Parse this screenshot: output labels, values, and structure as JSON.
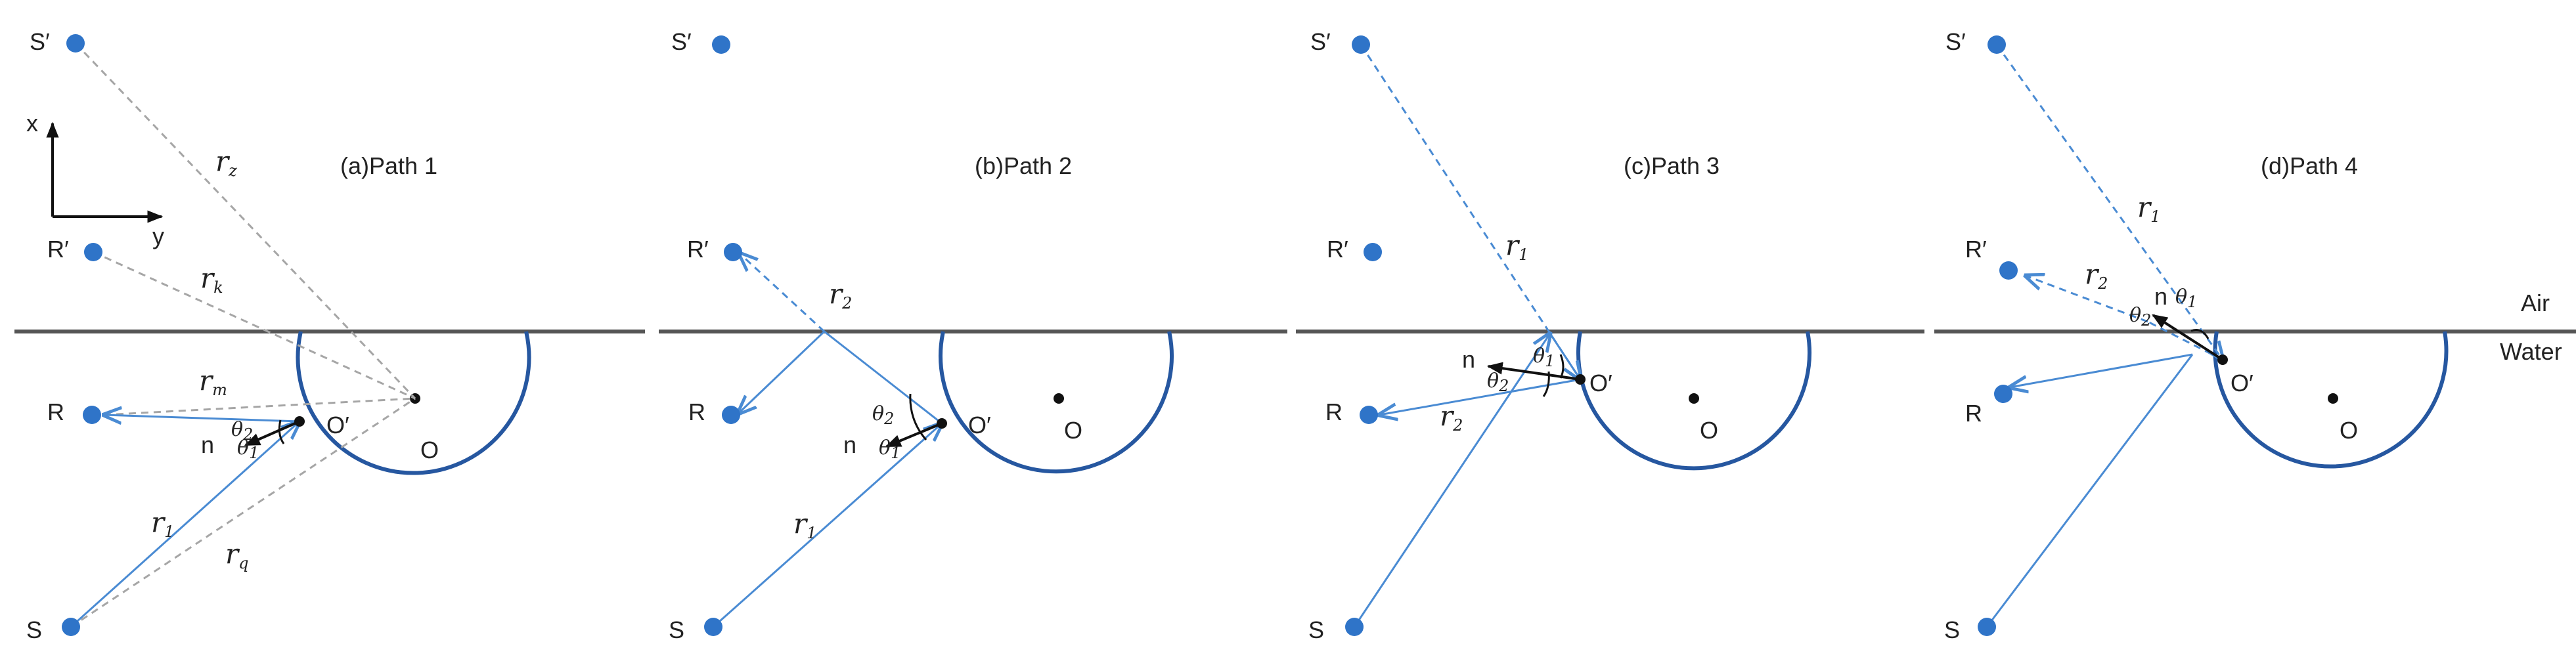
{
  "colors": {
    "point": "#2f74c8",
    "ray": "#4a8bd3",
    "dashed_ray": "#4a8bd3",
    "image_ray": "#a6a6a6",
    "circle": "#2657a0",
    "surface": "#555555",
    "normal": "#111111"
  },
  "axes": {
    "x_label": "x",
    "y_label": "y"
  },
  "media": {
    "upper": "Air",
    "lower": "Water"
  },
  "panels": [
    {
      "title": "(a)Path 1",
      "points": {
        "source": "S",
        "source_image": "S′",
        "receiver": "R",
        "receiver_image": "R′",
        "reflection_point": "O′",
        "center": "O"
      },
      "normal": "n",
      "angles": {
        "a": "θ",
        "a_sub": "2",
        "b": "θ",
        "b_sub": "1"
      },
      "rays": {
        "r1": "r",
        "r1_sub": "1",
        "rz": "r",
        "rz_sub": "z",
        "rk": "r",
        "rk_sub": "k",
        "rm": "r",
        "rm_sub": "m",
        "rq": "r",
        "rq_sub": "q"
      }
    },
    {
      "title": "(b)Path 2",
      "points": {
        "source": "S",
        "source_image": "S′",
        "receiver": "R",
        "receiver_image": "R′",
        "reflection_point": "O′",
        "center": "O"
      },
      "normal": "n",
      "angles": {
        "a": "θ",
        "a_sub": "2",
        "b": "θ",
        "b_sub": "1"
      },
      "rays": {
        "r1": "r",
        "r1_sub": "1",
        "r2": "r",
        "r2_sub": "2"
      }
    },
    {
      "title": "(c)Path 3",
      "points": {
        "source": "S",
        "source_image": "S′",
        "receiver": "R",
        "receiver_image": "R′",
        "reflection_point": "O′",
        "center": "O"
      },
      "normal": "n",
      "angles": {
        "a": "θ",
        "a_sub": "2",
        "b": "θ",
        "b_sub": "1"
      },
      "rays": {
        "r1": "r",
        "r1_sub": "1",
        "r2": "r",
        "r2_sub": "2"
      }
    },
    {
      "title": "(d)Path 4",
      "points": {
        "source": "S",
        "source_image": "S′",
        "receiver": "R",
        "receiver_image": "R′",
        "reflection_point": "O′",
        "center": "O"
      },
      "normal": "n",
      "angles": {
        "a": "θ",
        "a_sub": "2",
        "b": "θ",
        "b_sub": "1"
      },
      "rays": {
        "r1": "r",
        "r1_sub": "1",
        "r2": "r",
        "r2_sub": "2"
      }
    }
  ]
}
